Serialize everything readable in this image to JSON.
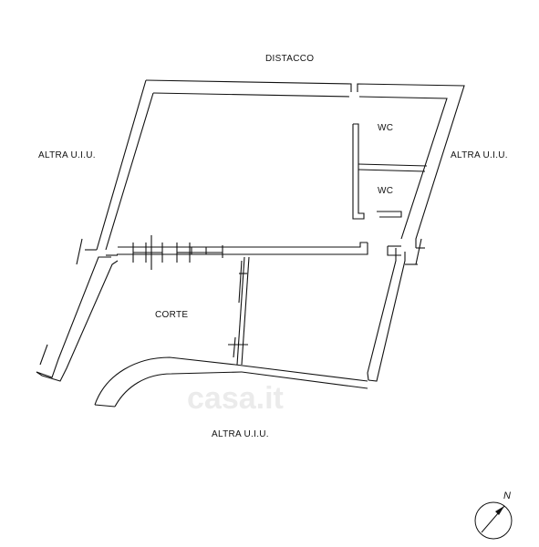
{
  "labels": {
    "top": "DISTACCO",
    "left": "ALTRA U.I.U.",
    "right": "ALTRA U.I.U.",
    "bottom": "ALTRA U.I.U.",
    "courtyard": "CORTE",
    "wc_upper": "WC",
    "wc_lower": "WC"
  },
  "watermark": "casa.it",
  "compass": {
    "north_label": "N"
  },
  "colors": {
    "wall": "#111111",
    "text": "#111111",
    "watermark": "#ebebeb"
  }
}
